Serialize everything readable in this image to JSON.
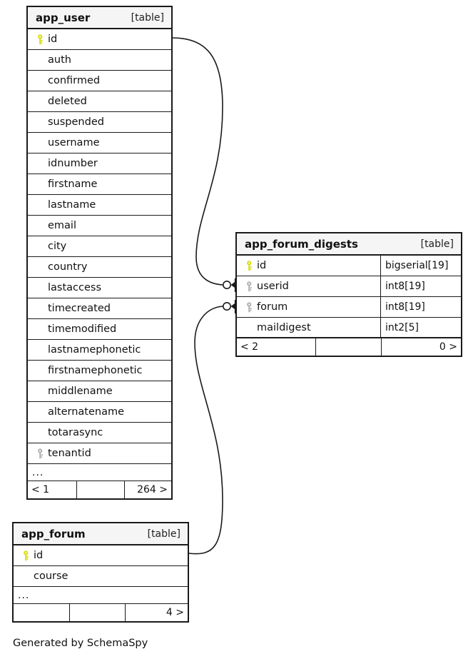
{
  "diagram": {
    "credit": "Generated by SchemaSpy",
    "table_tag": "[table]",
    "ellipsis": "...",
    "colors": {
      "primary_key": "#d9dd10",
      "foreign_key": "#b3b3b3",
      "border": "#1a1a1a",
      "header_bg": "#f5f5f5",
      "background": "#ffffff"
    }
  },
  "tables": [
    {
      "id": "app_user",
      "name": "app_user",
      "tag": "[table]",
      "columns": [
        {
          "name": "id",
          "key": "primary"
        },
        {
          "name": "auth",
          "key": "none"
        },
        {
          "name": "confirmed",
          "key": "none"
        },
        {
          "name": "deleted",
          "key": "none"
        },
        {
          "name": "suspended",
          "key": "none"
        },
        {
          "name": "username",
          "key": "none"
        },
        {
          "name": "idnumber",
          "key": "none"
        },
        {
          "name": "firstname",
          "key": "none"
        },
        {
          "name": "lastname",
          "key": "none"
        },
        {
          "name": "email",
          "key": "none"
        },
        {
          "name": "city",
          "key": "none"
        },
        {
          "name": "country",
          "key": "none"
        },
        {
          "name": "lastaccess",
          "key": "none"
        },
        {
          "name": "timecreated",
          "key": "none"
        },
        {
          "name": "timemodified",
          "key": "none"
        },
        {
          "name": "lastnamephonetic",
          "key": "none"
        },
        {
          "name": "firstnamephonetic",
          "key": "none"
        },
        {
          "name": "middlename",
          "key": "none"
        },
        {
          "name": "alternatename",
          "key": "none"
        },
        {
          "name": "totarasync",
          "key": "none"
        },
        {
          "name": "tenantid",
          "key": "foreign"
        }
      ],
      "has_more": true,
      "footer": {
        "left": "< 1",
        "middle": "",
        "right": "264 >"
      }
    },
    {
      "id": "app_forum_digests",
      "name": "app_forum_digests",
      "tag": "[table]",
      "columns": [
        {
          "name": "id",
          "key": "primary",
          "type": "bigserial[19]"
        },
        {
          "name": "userid",
          "key": "foreign",
          "type": "int8[19]"
        },
        {
          "name": "forum",
          "key": "foreign",
          "type": "int8[19]"
        },
        {
          "name": "maildigest",
          "key": "none",
          "type": "int2[5]"
        }
      ],
      "has_more": false,
      "footer": {
        "left": "< 2",
        "middle": "",
        "right": "0 >"
      }
    },
    {
      "id": "app_forum",
      "name": "app_forum",
      "tag": "[table]",
      "columns": [
        {
          "name": "id",
          "key": "primary"
        },
        {
          "name": "course",
          "key": "none"
        }
      ],
      "has_more": true,
      "footer": {
        "left": "",
        "middle": "",
        "right": "4 >"
      }
    }
  ],
  "relationships": [
    {
      "from_table": "app_user",
      "from_column": "id",
      "to_table": "app_forum_digests",
      "to_column": "userid"
    },
    {
      "from_table": "app_forum",
      "from_column": "id",
      "to_table": "app_forum_digests",
      "to_column": "forum"
    }
  ]
}
